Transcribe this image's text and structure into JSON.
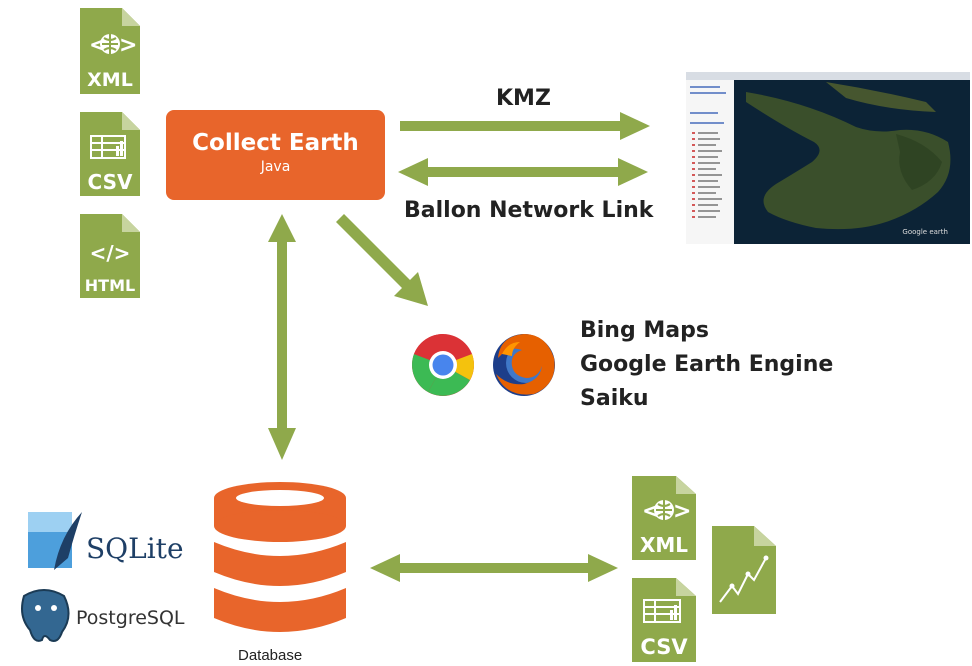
{
  "inputs": [
    {
      "label": "XML",
      "icon": "xml-globe-icon"
    },
    {
      "label": "CSV",
      "icon": "csv-spreadsheet-icon"
    },
    {
      "label": "HTML",
      "icon": "html-code-icon"
    }
  ],
  "collect_earth": {
    "title": "Collect Earth",
    "subtitle": "Java"
  },
  "links": {
    "kmz": "KMZ",
    "balloon": "Ballon Network Link"
  },
  "services": [
    "Bing Maps",
    "Google Earth Engine",
    "Saiku"
  ],
  "browsers": [
    {
      "icon": "chrome-icon"
    },
    {
      "icon": "firefox-icon"
    }
  ],
  "database": {
    "label": "Database"
  },
  "db_engines": [
    "SQLite",
    "PostgreSQL"
  ],
  "outputs": [
    {
      "label": "XML",
      "icon": "xml-globe-icon"
    },
    {
      "label": "CSV",
      "icon": "csv-spreadsheet-icon"
    }
  ],
  "colors": {
    "accent_green": "#8fa94b",
    "orange": "#e8652b",
    "db_orange": "#e8652b"
  }
}
